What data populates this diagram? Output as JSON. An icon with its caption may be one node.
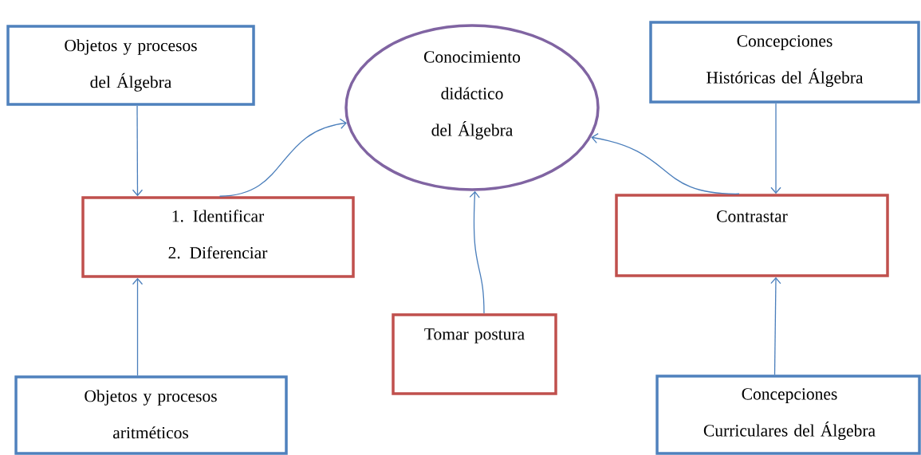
{
  "diagram": {
    "nodes": [
      {
        "text": [
          "Objetos y procesos del Álgebra"
        ]
      },
      {
        "text": [
          "Conocimiento didáctico del Álgebra"
        ]
      },
      {
        "text": [
          "Concepciones Históricas del Álgebra"
        ]
      },
      {
        "text": [
          "1. Identificar",
          "2. Diferenciar"
        ]
      },
      {
        "text": [
          "Contrastar"
        ]
      },
      {
        "text": [
          "Tomar postura"
        ]
      },
      {
        "text": [
          "Objetos y procesos aritméticos"
        ]
      },
      {
        "text": [
          "Concepciones Curriculares del Álgebra"
        ]
      }
    ],
    "edges": [
      {
        "from": 0,
        "to": 3,
        "arrow": "to"
      },
      {
        "from": 6,
        "to": 3,
        "arrow": "to"
      },
      {
        "from": 3,
        "to": 1,
        "arrow": "to"
      },
      {
        "from": 5,
        "to": 1,
        "arrow": "to"
      },
      {
        "from": 2,
        "to": 4,
        "arrow": "to"
      },
      {
        "from": 7,
        "to": 4,
        "arrow": "to"
      },
      {
        "from": 4,
        "to": 1,
        "arrow": "to"
      }
    ]
  }
}
